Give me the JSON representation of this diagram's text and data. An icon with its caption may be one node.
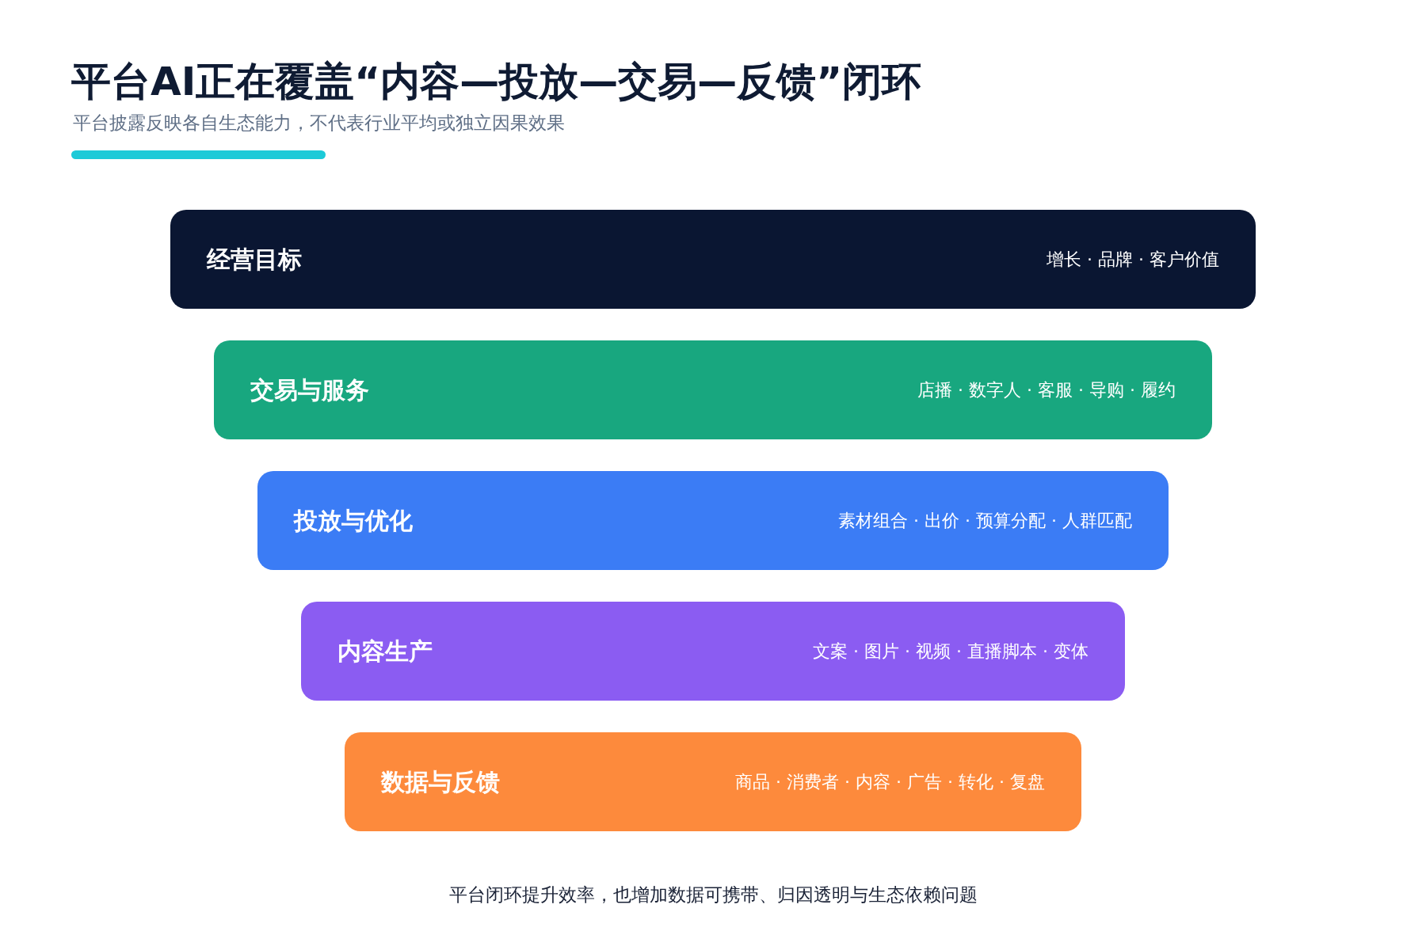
{
  "diagram": {
    "title": "平台AI正在覆盖“内容—投放—交易—反馈”闭环",
    "labels": [
      "平台披露反映各自生态能力，不代表行业平均或独立因果效果"
    ],
    "nodes": [
      {
        "text": [
          "经营目标",
          "增长 · 品牌 · 客户价值"
        ]
      },
      {
        "text": [
          "交易与服务",
          "店播 · 数字人 · 客服 · 导购 · 履约"
        ]
      },
      {
        "text": [
          "投放与优化",
          "素材组合 · 出价 · 预算分配 · 人群匹配"
        ]
      },
      {
        "text": [
          "内容生产",
          "文案 · 图片 · 视频 · 直播脚本 · 变体"
        ]
      },
      {
        "text": [
          "数据与反馈",
          "商品 · 消费者 · 内容 · 广告 · 转化 · 复盘"
        ]
      }
    ],
    "caption": "平台闭环提升效率，也增加数据可携带、归因透明与生态依赖问题"
  }
}
